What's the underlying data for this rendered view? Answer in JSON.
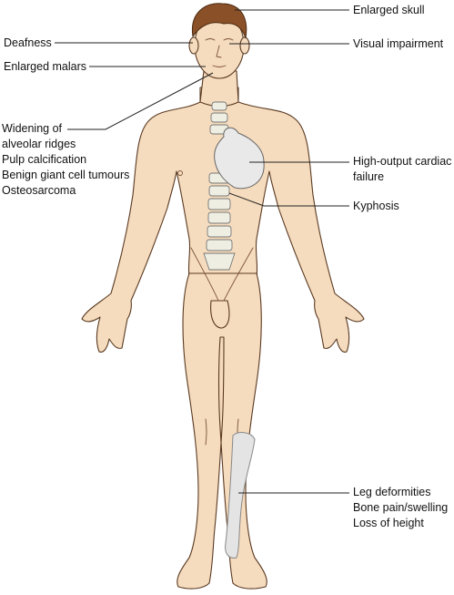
{
  "labels": {
    "enlarged_skull": "Enlarged skull",
    "deafness": "Deafness",
    "visual_impairment": "Visual impairment",
    "enlarged_malars": "Enlarged malars",
    "oral": [
      "Widening of",
      "alveolar ridges",
      "Pulp calcification",
      "Benign giant cell tumours",
      "Osteosarcoma"
    ],
    "cardiac": [
      "High-output cardiac",
      "failure"
    ],
    "kyphosis": "Kyphosis",
    "leg": [
      "Leg deformities",
      "Bone pain/swelling",
      "Loss of height"
    ]
  },
  "colors": {
    "skin": "#f6dcbe",
    "hair": "#8a5028",
    "bone": "#eeeee2",
    "leader_line": "#222222"
  }
}
